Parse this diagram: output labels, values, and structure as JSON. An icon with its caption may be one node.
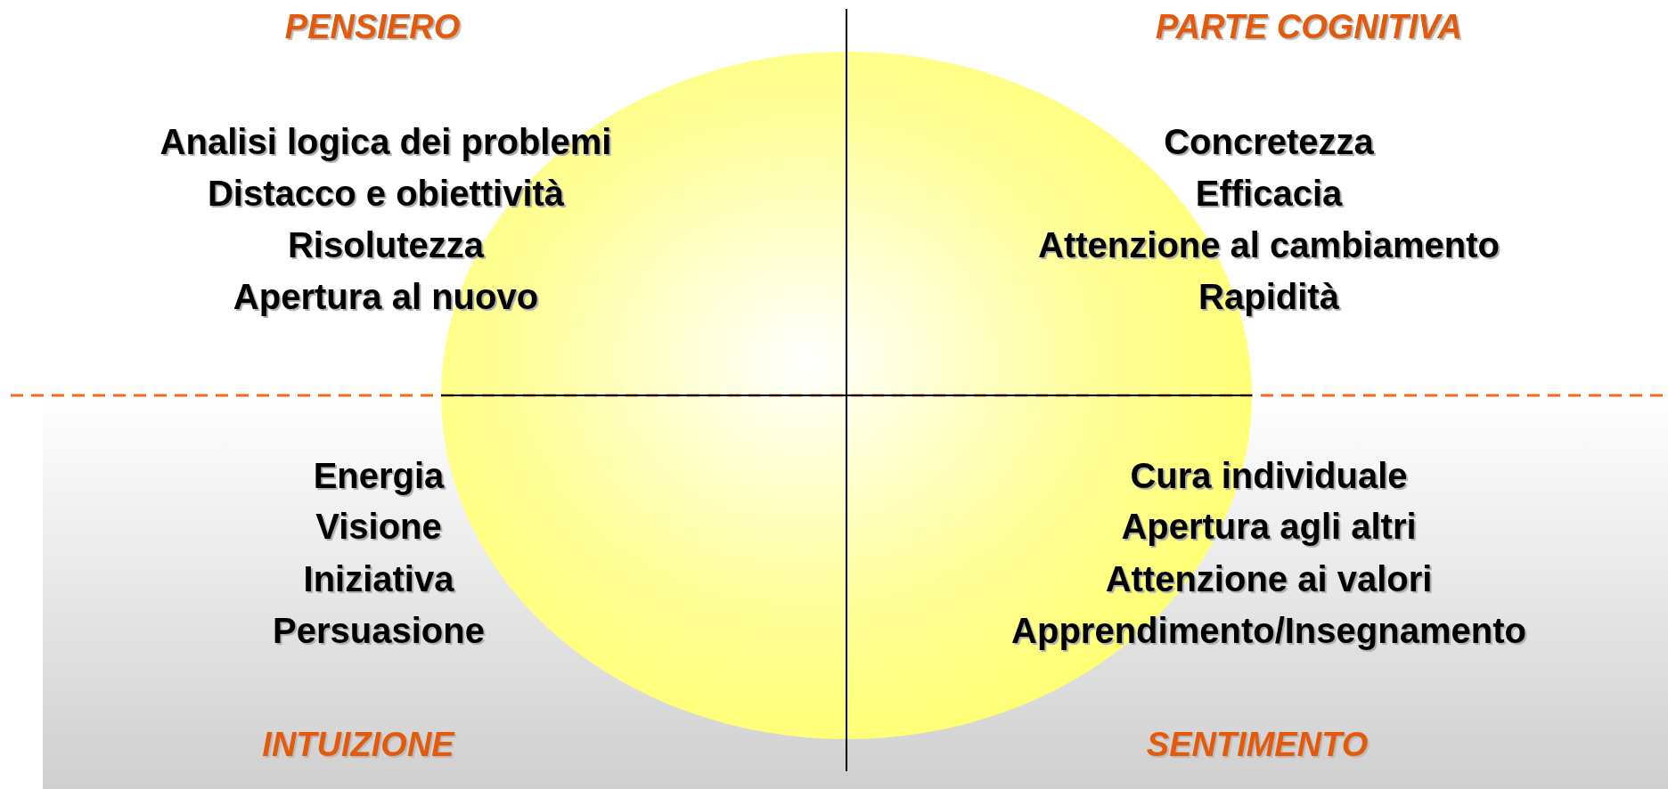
{
  "diagram": {
    "labels": [
      "PENSIERO",
      "Analisi logica dei problemi",
      "Distacco e obiettività",
      "Risolutezza",
      "Apertura al nuovo",
      "PARTE COGNITIVA",
      "Concretezza",
      "Efficacia",
      "Attenzione al cambiamento",
      "Rapidità",
      "Energia",
      "Visione",
      "Iniziativa",
      "Persuasione",
      "INTUIZIONE",
      "Cura individuale",
      "Apertura agli altri",
      "Attenzione ai valori",
      "Apprendimento/Insegnamento",
      "SENTIMENTO"
    ]
  }
}
